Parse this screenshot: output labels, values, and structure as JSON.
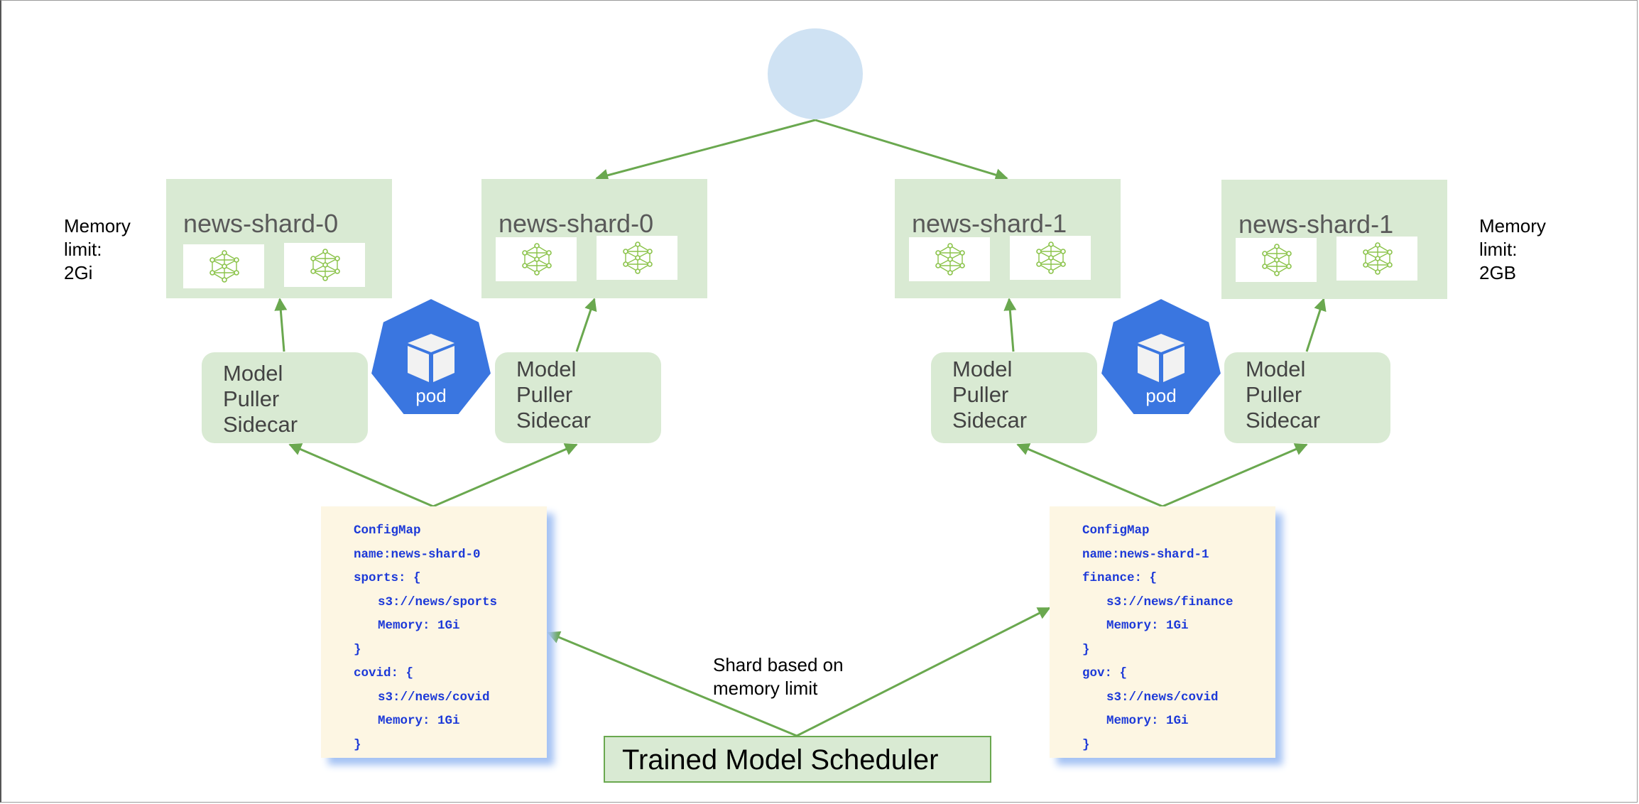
{
  "diagram": {
    "colors": {
      "arrow": "#6aa84f",
      "shard_fill": "#d9ead3",
      "pod_blue": "#3a76e0",
      "configmap_fill": "#fdf6e3",
      "configmap_text": "#1c39d8",
      "circle_fill": "#cfe2f3"
    },
    "shards": [
      {
        "title": "news-shard-0",
        "icon": "neural-network-icon"
      },
      {
        "title": "news-shard-0",
        "icon": "neural-network-icon"
      },
      {
        "title": "news-shard-1",
        "icon": "neural-network-icon"
      },
      {
        "title": "news-shard-1",
        "icon": "neural-network-icon"
      }
    ],
    "sidecars": [
      {
        "lines": [
          "Model",
          "Puller",
          "Sidecar"
        ]
      },
      {
        "lines": [
          "Model",
          "Puller",
          "Sidecar"
        ]
      },
      {
        "lines": [
          "Model",
          "Puller",
          "Sidecar"
        ]
      },
      {
        "lines": [
          "Model",
          "Puller",
          "Sidecar"
        ]
      }
    ],
    "pods": [
      {
        "label": "pod",
        "icon": "kubernetes-pod-icon"
      },
      {
        "label": "pod",
        "icon": "kubernetes-pod-icon"
      }
    ],
    "memory_limits": [
      {
        "lines": [
          "Memory",
          "limit:",
          "2Gi"
        ]
      },
      {
        "lines": [
          "Memory",
          "limit:",
          "2GB"
        ]
      }
    ],
    "configmaps": [
      {
        "lines": [
          "ConfigMap",
          "name:news-shard-0",
          "sports: {",
          "s3://news/sports",
          "Memory: 1Gi",
          "}",
          "covid: {",
          "s3://news/covid",
          "Memory: 1Gi",
          "}"
        ]
      },
      {
        "lines": [
          "ConfigMap",
          "name:news-shard-1",
          "finance: {",
          "s3://news/finance",
          "Memory: 1Gi",
          "}",
          "gov: {",
          "s3://news/covid",
          "Memory: 1Gi",
          "}"
        ]
      }
    ],
    "shard_note": {
      "lines": [
        "Shard based on",
        "memory limit"
      ]
    },
    "scheduler": {
      "label": "Trained Model Scheduler"
    }
  }
}
